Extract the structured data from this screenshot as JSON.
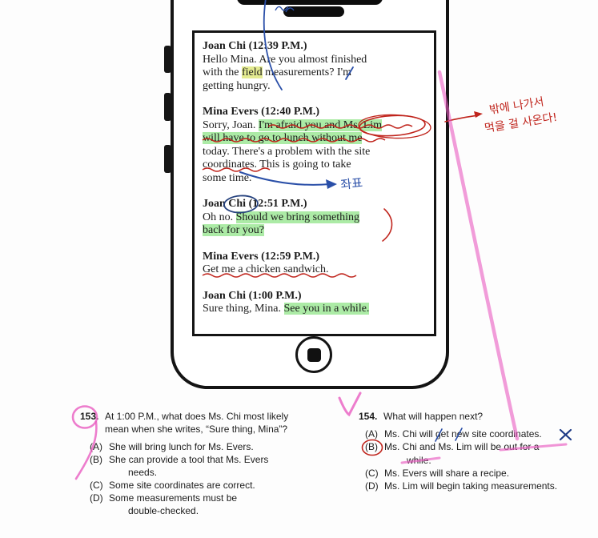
{
  "phone": {
    "messages": [
      {
        "sender": "Joan Chi (12:39 P.M.)",
        "line1": "Hello Mina. Are you almost finished",
        "line2_pre": "with the ",
        "line2_hl": "field",
        "line2_post": " measurements? I'm",
        "line3": "getting hungry."
      },
      {
        "sender": "Mina Evers (12:40 P.M.)",
        "line1_pre": "Sorry, Joan. ",
        "line1_hl": "I'm afraid you and Ms. Lim",
        "line2_hl": "will have to go to lunch without me",
        "line3": "today. There's a problem with the site",
        "line4": "coordinates. This is going to take",
        "line5": "some time."
      },
      {
        "sender": "Joan Chi (12:51 P.M.)",
        "line1_pre": "Oh no. ",
        "line1_hl": "Should we bring something",
        "line2_hl": "back for you?"
      },
      {
        "sender": "Mina Evers (12:59 P.M.)",
        "line1": "Get me a chicken sandwich."
      },
      {
        "sender": "Joan Chi (1:00 P.M.)",
        "line1_pre": "Sure thing, Mina. ",
        "line1_hl": "See you in a while."
      }
    ]
  },
  "questions": {
    "q153": {
      "number": "153.",
      "text_line1": "At 1:00 P.M., what does Ms. Chi most likely",
      "text_line2": "mean when she writes, “Sure thing, Mina”?",
      "options": [
        {
          "label": "(A)",
          "line1": "She will bring lunch for Ms. Evers."
        },
        {
          "label": "(B)",
          "line1": "She can provide a tool that Ms. Evers",
          "line2": "needs."
        },
        {
          "label": "(C)",
          "line1": "Some site coordinates are correct."
        },
        {
          "label": "(D)",
          "line1": "Some measurements must be",
          "line2": "double-checked."
        }
      ]
    },
    "q154": {
      "number": "154.",
      "text_line1": "What will happen next?",
      "options": [
        {
          "label": "(A)",
          "line1": "Ms. Chi will get new site coordinates."
        },
        {
          "label": "(B)",
          "line1": "Ms. Chi and Ms. Lim will be out for a",
          "line2": "while."
        },
        {
          "label": "(C)",
          "line1": "Ms. Evers will share a recipe."
        },
        {
          "label": "(D)",
          "line1": "Ms. Lim will begin taking measurements."
        }
      ]
    }
  },
  "annotations": {
    "korean_note_line1": "밖에 나가서",
    "korean_note_line2": "먹을 걸 사온다!",
    "korean_coordinates": "좌표"
  },
  "colors": {
    "red_pen": "#c0251d",
    "blue_pen": "#2a4fa8",
    "pink_marker": "#e95cc1",
    "highlight_green": "#68db5c",
    "highlight_yellow": "#d5e056"
  }
}
